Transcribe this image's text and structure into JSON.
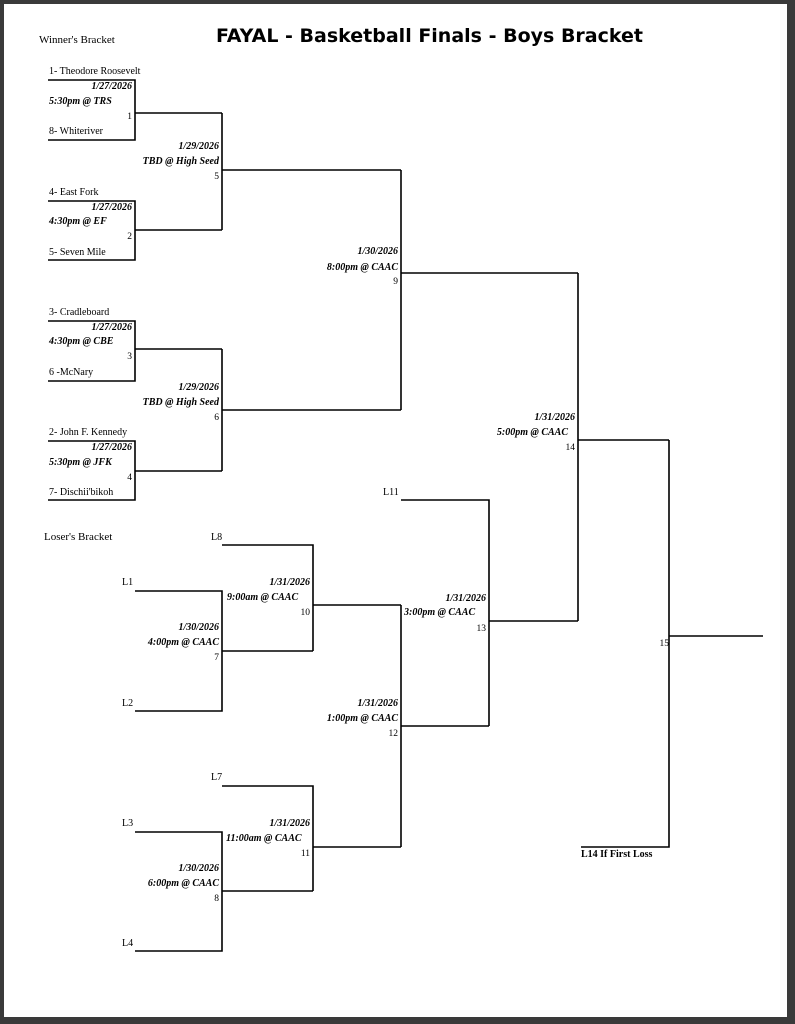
{
  "header": {
    "title": "FAYAL - Basketball Finals - Boys Bracket",
    "winners_label": "Winner's Bracket",
    "losers_label": "Loser's Bracket"
  },
  "teams": {
    "t1": "1- Theodore Roosevelt",
    "t8": "8- Whiteriver",
    "t4": "4- East Fork",
    "t5": "5- Seven Mile",
    "t3": "3- Cradleboard",
    "t6": "6 -McNary",
    "t2": "2- John F. Kennedy",
    "t7": "7- Dischii'bikoh"
  },
  "loser_slots": {
    "L1": "L1",
    "L2": "L2",
    "L3": "L3",
    "L4": "L4",
    "L7": "L7",
    "L8": "L8",
    "L11": "L11",
    "L14": "L14 If First Loss"
  },
  "games": {
    "g1": {
      "date": "1/27/2026",
      "time": "5:30pm @ TRS",
      "num": "1"
    },
    "g2": {
      "date": "1/27/2026",
      "time": "4:30pm @ EF",
      "num": "2"
    },
    "g3": {
      "date": "1/27/2026",
      "time": "4:30pm @ CBE",
      "num": "3"
    },
    "g4": {
      "date": "1/27/2026",
      "time": "5:30pm @ JFK",
      "num": "4"
    },
    "g5": {
      "date": "1/29/2026",
      "time": "TBD @ High Seed",
      "num": "5"
    },
    "g6": {
      "date": "1/29/2026",
      "time": "TBD @ High Seed",
      "num": "6"
    },
    "g7": {
      "date": "1/30/2026",
      "time": "4:00pm @ CAAC",
      "num": "7"
    },
    "g8": {
      "date": "1/30/2026",
      "time": "6:00pm @ CAAC",
      "num": "8"
    },
    "g9": {
      "date": "1/30/2026",
      "time": "8:00pm @ CAAC",
      "num": "9"
    },
    "g10": {
      "date": "1/31/2026",
      "time": "9:00am @ CAAC",
      "num": "10"
    },
    "g11": {
      "date": "1/31/2026",
      "time": "11:00am @ CAAC",
      "num": "11"
    },
    "g12": {
      "date": "1/31/2026",
      "time": "1:00pm @ CAAC",
      "num": "12"
    },
    "g13": {
      "date": "1/31/2026",
      "time": "3:00pm @ CAAC",
      "num": "13"
    },
    "g14": {
      "date": "1/31/2026",
      "time": "5:00pm @ CAAC",
      "num": "14"
    },
    "g15": {
      "num": "15"
    }
  }
}
